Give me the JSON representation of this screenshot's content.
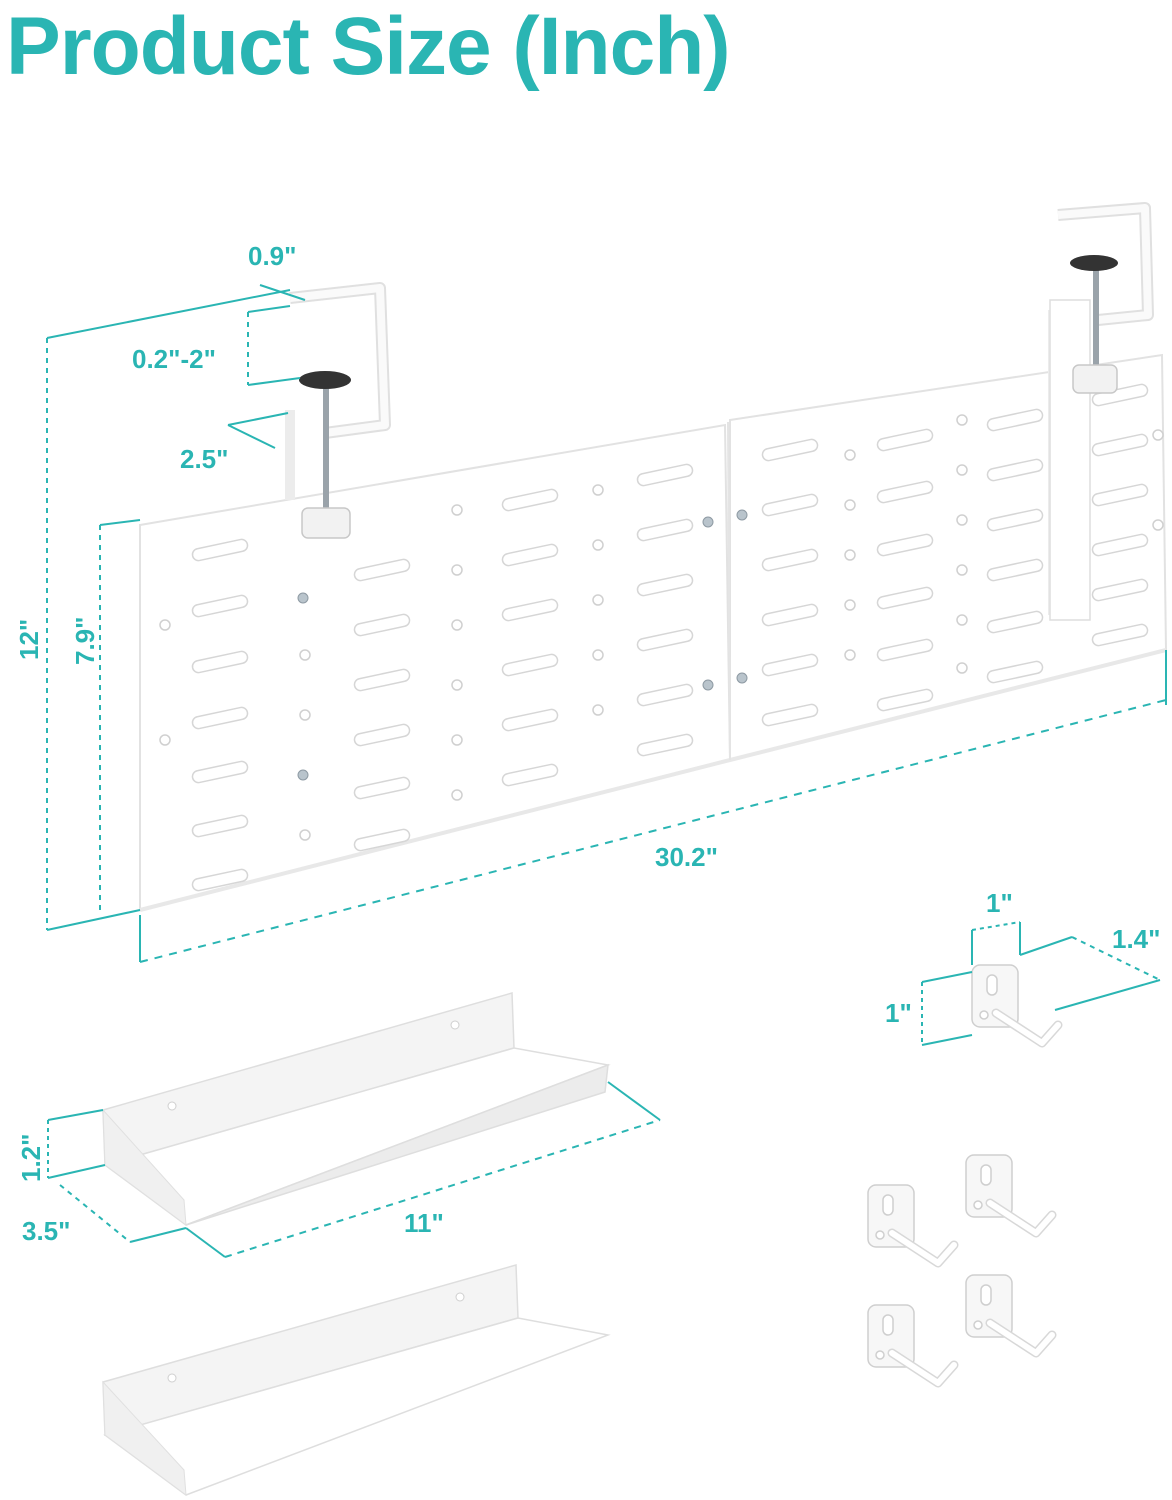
{
  "title": "Product Size (Inch)",
  "accent_color": "#2ab5b3",
  "dimensions": {
    "clamp_width": "0.9\"",
    "clamp_opening": "0.2\"-2\"",
    "clamp_depth": "2.5\"",
    "overall_height": "12\"",
    "board_height": "7.9\"",
    "board_length": "30.2\"",
    "hook_width": "1\"",
    "hook_length": "1.4\"",
    "hook_height": "1\"",
    "shelf_height": "1.2\"",
    "shelf_depth": "3.5\"",
    "shelf_length": "11\""
  },
  "components": [
    "pegboard-panel",
    "desk-clamp",
    "shelf",
    "hook"
  ]
}
